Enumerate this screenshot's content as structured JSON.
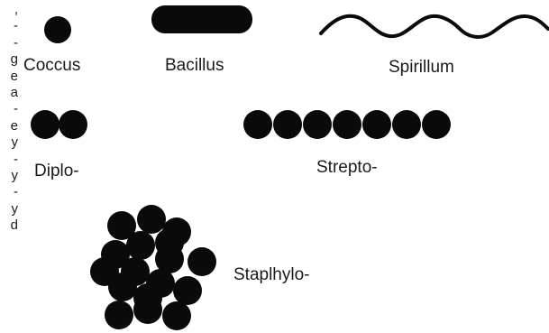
{
  "side_text_fragments": [
    ",",
    "-",
    "-",
    "g",
    "e",
    "a",
    "-",
    "e",
    "y",
    "-",
    "y",
    "-",
    "y",
    "d"
  ],
  "labels": {
    "coccus": "Coccus",
    "bacillus": "Bacillus",
    "spirillum": "Spirillum",
    "diplo": "Diplo-",
    "strepto": "Strepto-",
    "staphylo": "Staplhylo-"
  },
  "colors": {
    "shape_fill": "#0a0a0a",
    "text": "#1a1a1a",
    "background": "#ffffff"
  },
  "counts": {
    "diplo_cells": 2,
    "strepto_cells": 7,
    "staphylo_cells": 17
  }
}
